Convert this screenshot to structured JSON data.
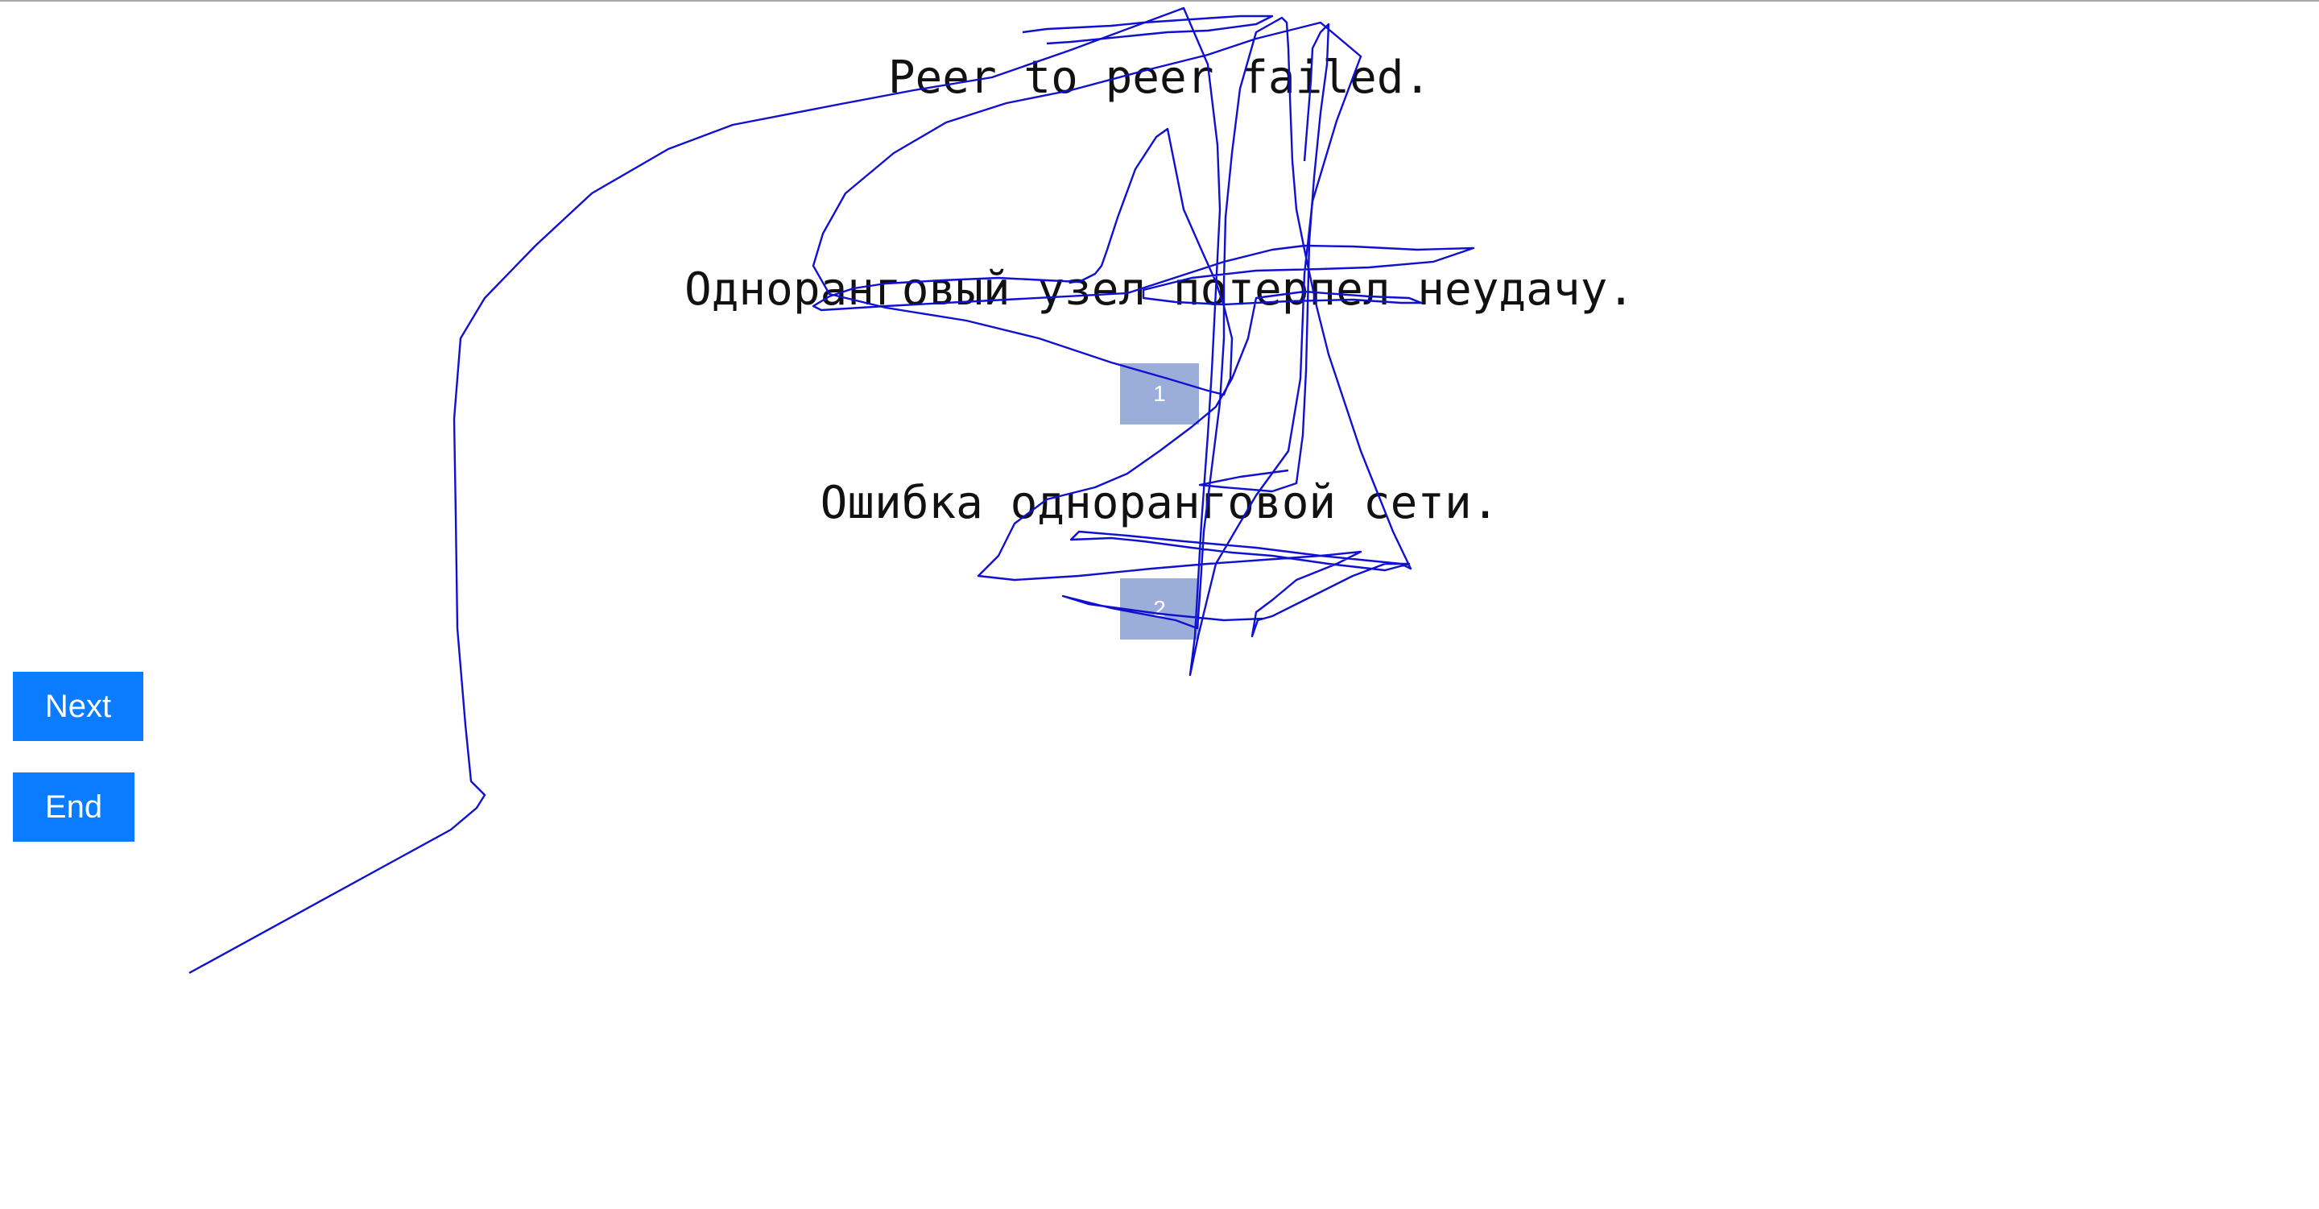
{
  "prompts": {
    "english": "Peer to peer failed.",
    "russian_1": "Одноранговый узел потерпел неудачу.",
    "russian_2": "Ошибка одноранговой сети."
  },
  "options": [
    {
      "label": "1"
    },
    {
      "label": "2"
    }
  ],
  "buttons": {
    "next": "Next",
    "end": "End"
  },
  "colors": {
    "button": "#0b7cff",
    "option_box": "#6582c4",
    "trace": "#1010d0"
  }
}
